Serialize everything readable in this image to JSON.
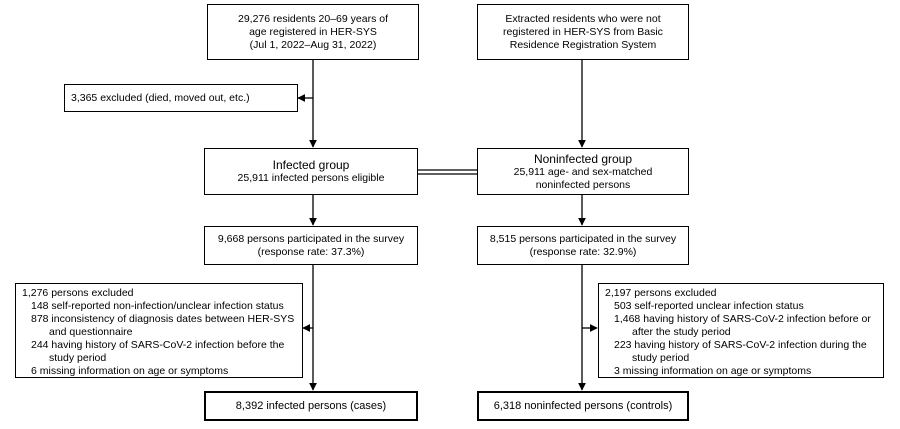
{
  "left_column": {
    "source": {
      "lines": [
        "29,276 residents 20–69 years of",
        "age registered in HER-SYS",
        "(Jul 1, 2022–Aug 31, 2022)"
      ]
    },
    "excluded_initial": {
      "text": "3,365 excluded (died, moved out, etc.)"
    },
    "group": {
      "title": "Infected group",
      "detail": "25,911 infected persons eligible"
    },
    "survey": {
      "lines": [
        "9,668 persons participated in the survey",
        "(response rate: 37.3%)"
      ]
    },
    "excluded": {
      "header": "1,276 persons excluded",
      "items": [
        [
          "148 self-reported non-infection/unclear infection status"
        ],
        [
          "878 inconsistency of diagnosis dates between HER-SYS",
          "and questionnaire"
        ],
        [
          "244 having history of SARS-CoV-2 infection before the",
          "study period"
        ],
        [
          "6 missing information on age or symptoms"
        ]
      ]
    },
    "final": {
      "text": "8,392 infected persons (cases)"
    }
  },
  "right_column": {
    "source": {
      "lines": [
        "Extracted residents who were not",
        "registered in HER-SYS from Basic",
        "Residence Registration System"
      ]
    },
    "group": {
      "title": "Noninfected group",
      "detail_lines": [
        "25,911 age- and sex-matched",
        "noninfected persons"
      ]
    },
    "survey": {
      "lines": [
        "8,515 persons participated in the survey",
        "(response rate: 32.9%)"
      ]
    },
    "excluded": {
      "header": "2,197 persons excluded",
      "items": [
        [
          "503 self-reported unclear infection status"
        ],
        [
          "1,468 having history of SARS-CoV-2 infection before or",
          "after the study period"
        ],
        [
          "223 having history of SARS-CoV-2 infection during the",
          "study period"
        ],
        [
          "3 missing information on age or symptoms"
        ]
      ]
    },
    "final": {
      "text": "6,318 noninfected persons (controls)"
    }
  }
}
